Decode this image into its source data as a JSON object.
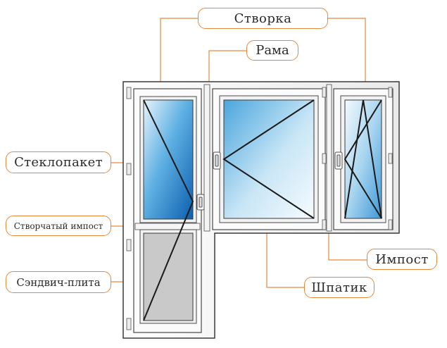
{
  "labels": {
    "stvorka": "Створка",
    "rama": "Рама",
    "steklopaket": "Стеклопакет",
    "stvorchatyi_impost": "Створчатый импост",
    "sendvich_plita": "Сэндвич-плита",
    "impost": "Импост",
    "shpatik": "Шпатик"
  },
  "colors": {
    "leader_line": "#e6883c",
    "frame_outline": "#3a3a3a",
    "glass_light": "#e8f4fb",
    "glass_blue": "#3e9ad6",
    "glass_dark": "#0d63b0",
    "sandwich_panel": "#c9c9c9"
  }
}
